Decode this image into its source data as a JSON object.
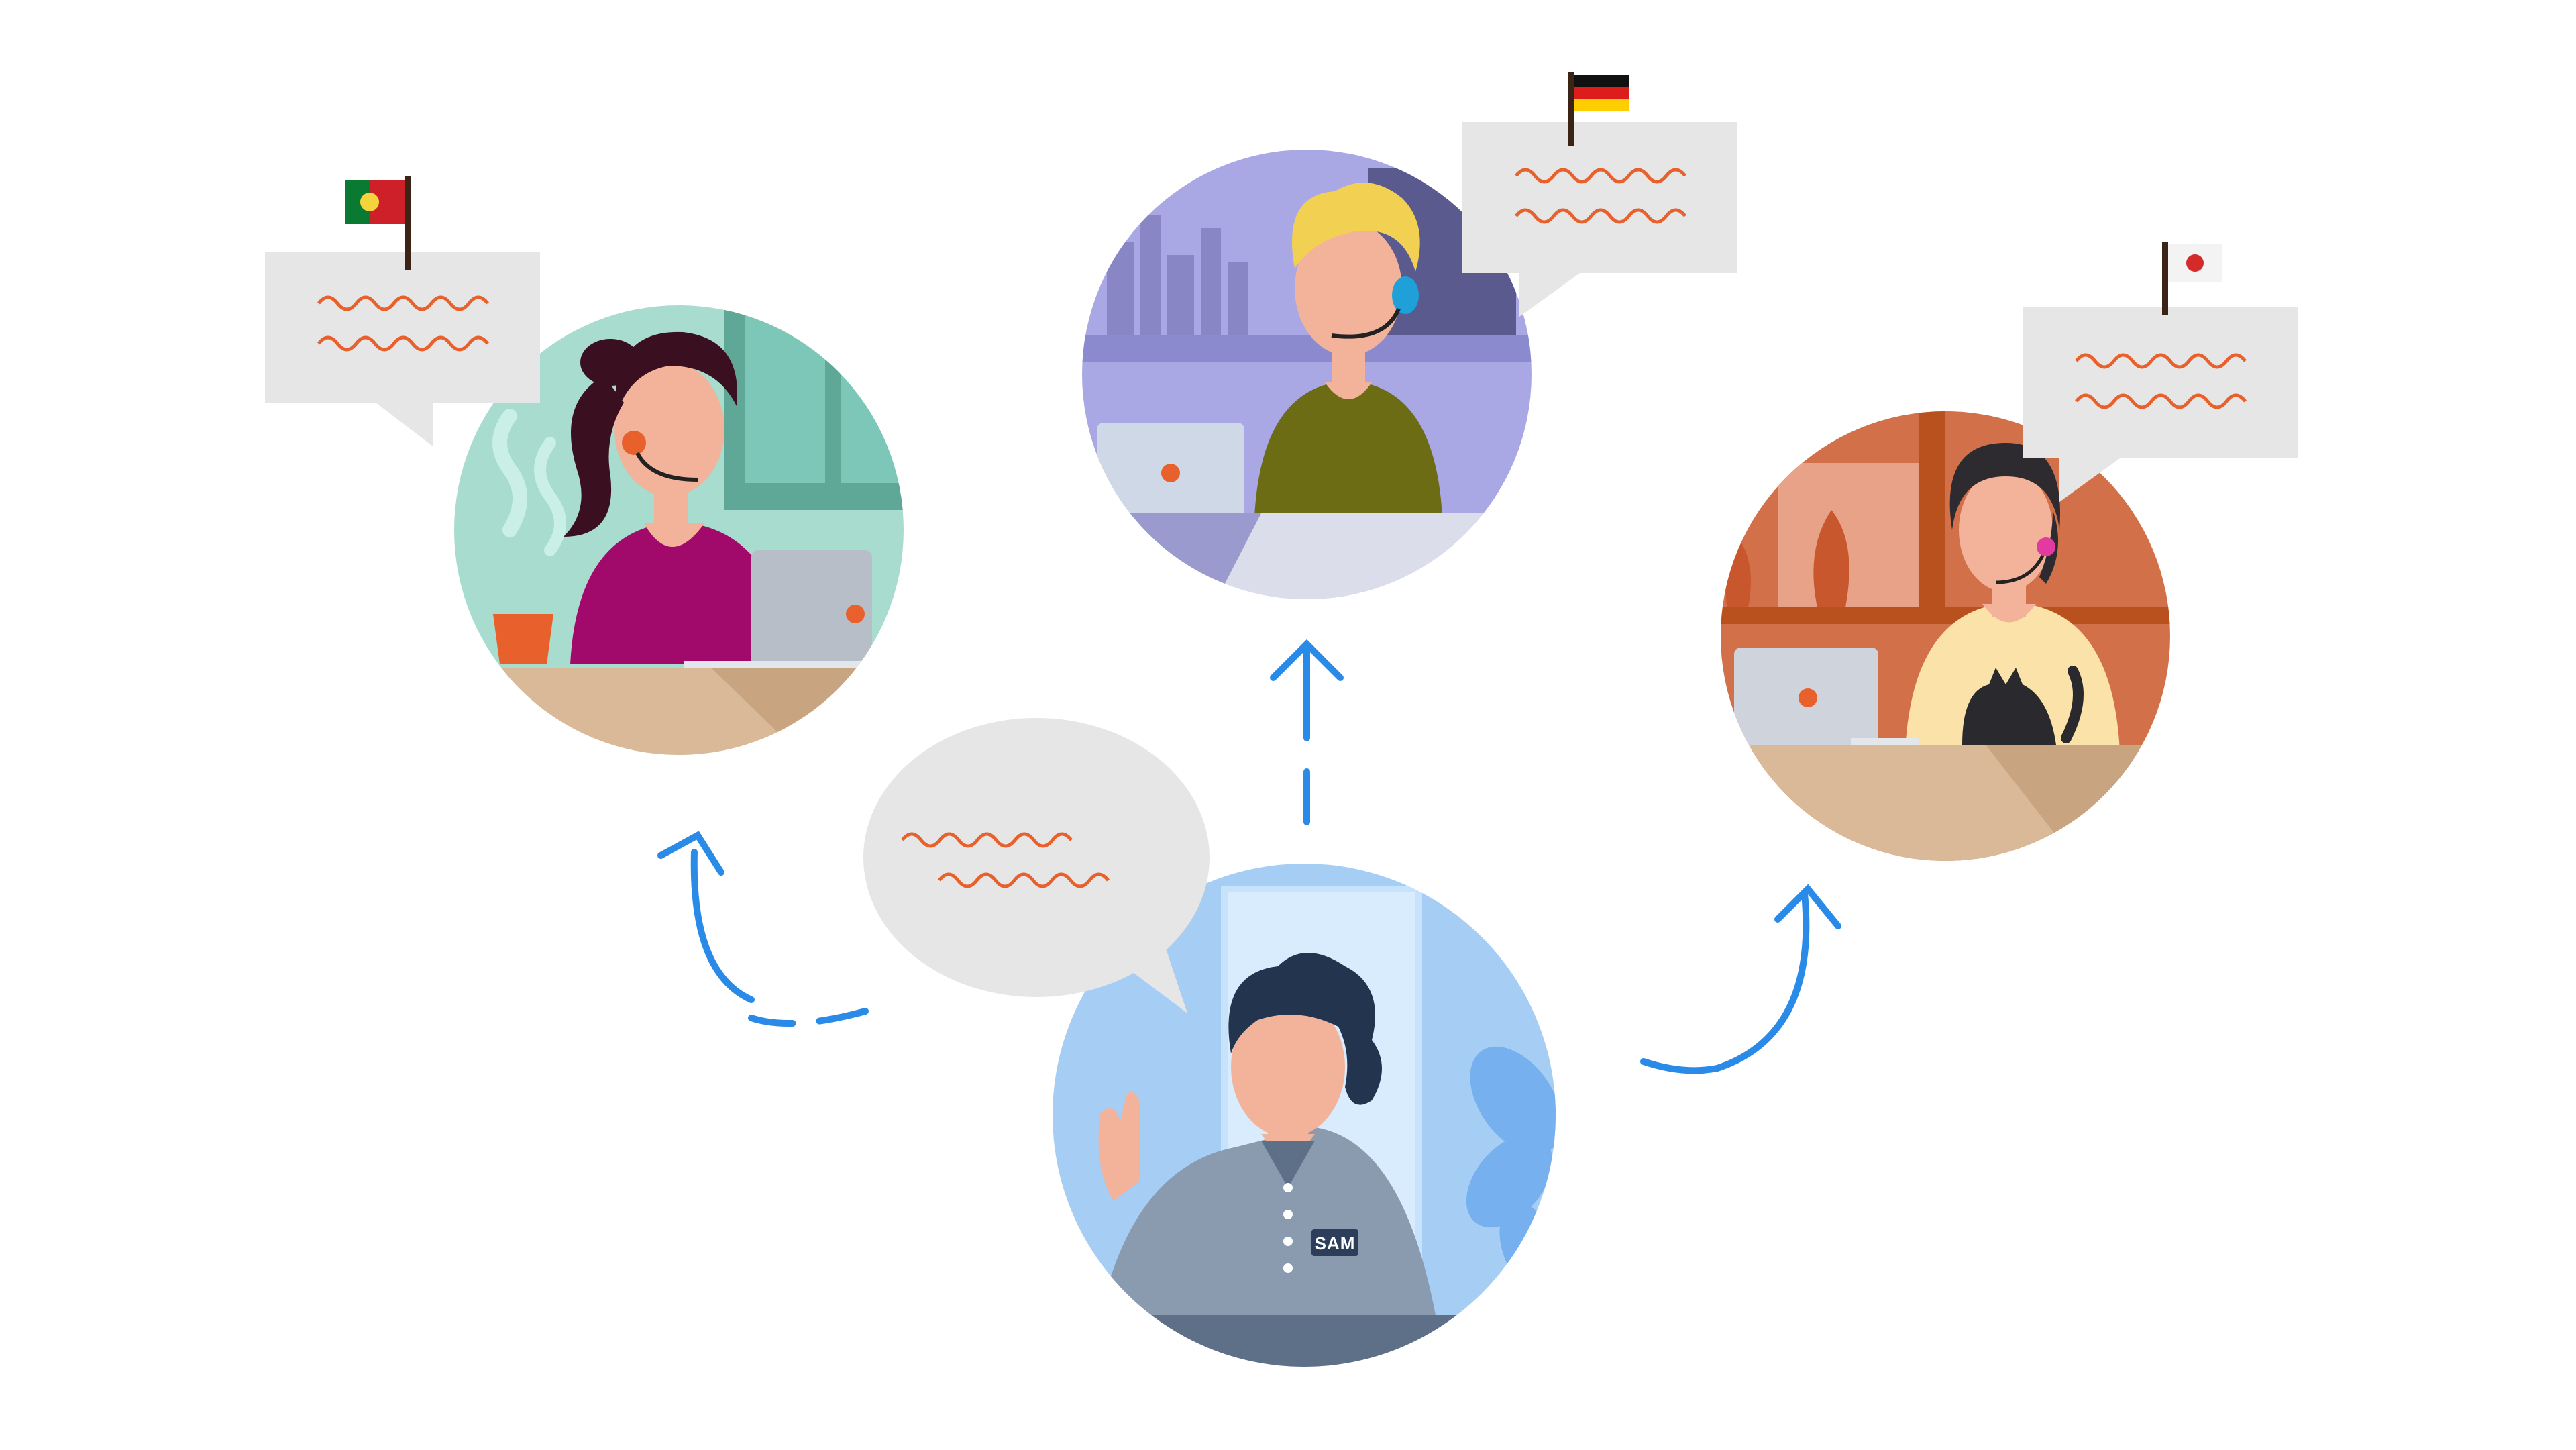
{
  "scene": {
    "description_visible_text": "",
    "agents": [
      {
        "id": "portugal-agent",
        "country_flag": "portugal-flag-icon"
      },
      {
        "id": "germany-agent",
        "country_flag": "germany-flag-icon"
      },
      {
        "id": "japan-agent",
        "country_flag": "japan-flag-icon"
      }
    ],
    "customer": {
      "name_badge": "SAM"
    }
  },
  "colors": {
    "accent_orange": "#E8602C",
    "arrow_blue": "#2A8AE8",
    "bubble_grey": "#E6E6E6"
  }
}
